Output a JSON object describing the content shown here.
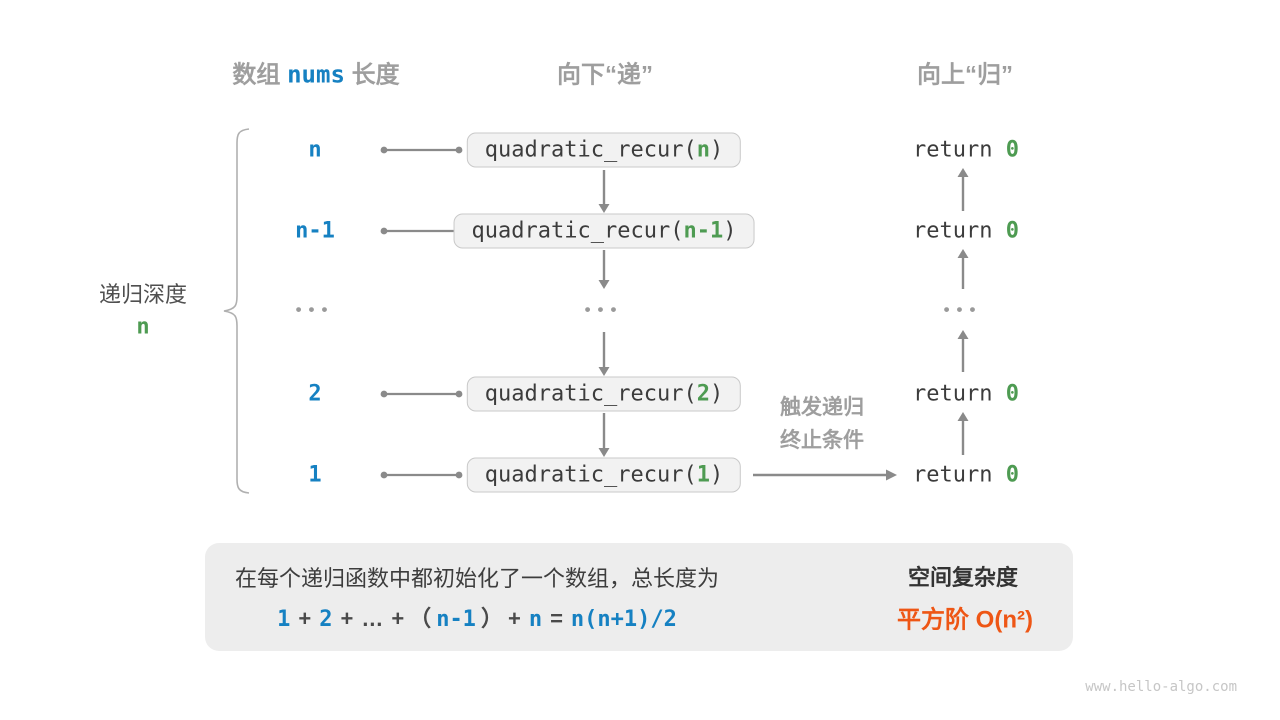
{
  "page": {
    "watermark": "www.hello-algo.com"
  },
  "colors": {
    "blue": "#1681C2",
    "green": "#4E9B52",
    "orange": "#EE5615",
    "header_gray": "#9E9E9E",
    "dark_text": "#3C3C3C",
    "line_gray": "#8A8A8A",
    "box_fill": "#F2F2F2",
    "box_border": "#C9C9C9",
    "panel_fill": "#EDEDED"
  },
  "headers": {
    "array_length": {
      "part1": "数组",
      "part2": "nums",
      "part3": "长度"
    },
    "downward": "向下“递”",
    "upward": "向上“归”"
  },
  "depth_brace": {
    "label": "递归深度",
    "value": "n"
  },
  "stack_rows": [
    {
      "label": "n",
      "call_prefix": "quadratic_recur(",
      "call_arg": "n",
      "call_suffix": ")",
      "return_prefix": "return ",
      "return_value": "0"
    },
    {
      "label": "n-1",
      "call_prefix": "quadratic_recur(",
      "call_arg": "n-1",
      "call_suffix": ")",
      "return_prefix": "return ",
      "return_value": "0"
    },
    {
      "label": "...",
      "call_ellipsis": "...",
      "return_ellipsis": "..."
    },
    {
      "label": "2",
      "call_prefix": "quadratic_recur(",
      "call_arg": "2",
      "call_suffix": ")",
      "return_prefix": "return ",
      "return_value": "0"
    },
    {
      "label": "1",
      "call_prefix": "quadratic_recur(",
      "call_arg": "1",
      "call_suffix": ")",
      "return_prefix": "return ",
      "return_value": "0"
    }
  ],
  "base_case": {
    "line1": "触发递归",
    "line2": "终止条件"
  },
  "summary": {
    "description": "在每个递归函数中都初始化了一个数组，总长度为",
    "formula_tokens": [
      {
        "text": "1",
        "style": "num"
      },
      {
        "text": "+",
        "style": "op"
      },
      {
        "text": "2",
        "style": "num"
      },
      {
        "text": "+",
        "style": "op"
      },
      {
        "text": "…",
        "style": "op"
      },
      {
        "text": "+",
        "style": "op"
      },
      {
        "text": "（",
        "style": "paren"
      },
      {
        "text": "n-1",
        "style": "num"
      },
      {
        "text": "）",
        "style": "paren"
      },
      {
        "text": "+",
        "style": "op"
      },
      {
        "text": "n",
        "style": "num"
      },
      {
        "text": "=",
        "style": "op"
      },
      {
        "text": "n(n+1)/2",
        "style": "num"
      }
    ],
    "result_title": "空间复杂度",
    "result_value": "平方阶 O(n²)"
  }
}
